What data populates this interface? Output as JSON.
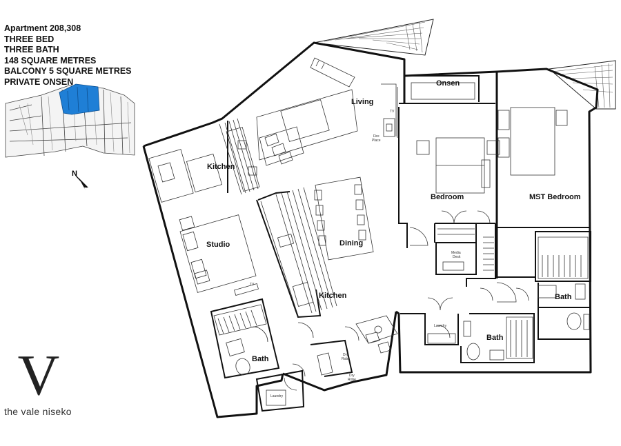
{
  "specs": {
    "apartment": "Apartment 208,308",
    "beds": "THREE BED",
    "baths": "THREE BATH",
    "area": "148 SQUARE METRES",
    "balcony": "BALCONY 5 SQUARE METRES",
    "onsen": "PRIVATE ONSEN"
  },
  "brand": {
    "letter": "V",
    "name": "the vale niseko"
  },
  "compass": {
    "north": "N"
  },
  "rooms": {
    "living": "Living",
    "onsen": "Onsen",
    "kitchen1": "Kitchen",
    "kitchen2": "Kitchen",
    "studio": "Studio",
    "dining": "Dining",
    "bedroom": "Bedroom",
    "mst_bedroom": "MST Bedroom",
    "bath1": "Bath",
    "bath2": "Bath",
    "bath3": "Bath"
  },
  "small_labels": {
    "tv1": "TV",
    "tv2": "TV",
    "fireplace1": "Fire",
    "fireplace2": "Place",
    "media1": "Media",
    "media2": "Desk",
    "laundry1": "Laundry",
    "laundry2": "Laundry",
    "dryrobe1a": "Dry",
    "dryrobe1b": "Robe",
    "dryrobe2a": "Dry",
    "dryrobe2b": "Robe"
  },
  "colors": {
    "highlight": "#1f7fd6",
    "wall": "#111111",
    "line": "#333333"
  }
}
